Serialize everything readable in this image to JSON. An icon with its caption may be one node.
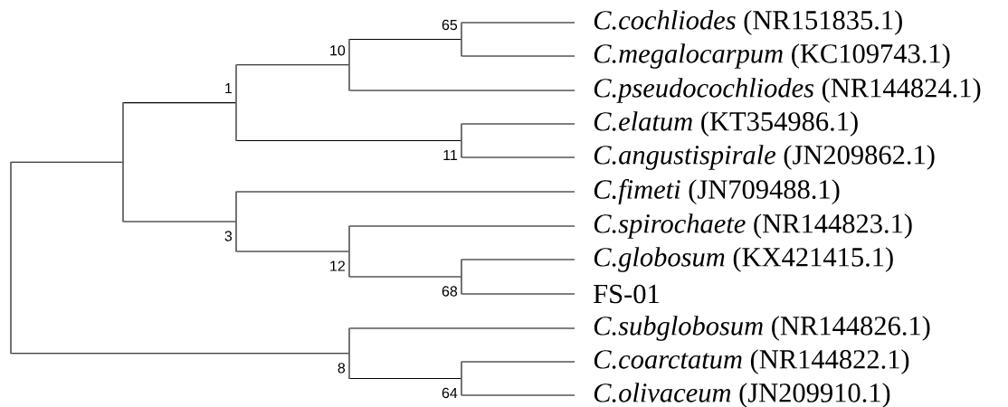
{
  "diagram": {
    "nodes": [
      {
        "text": [
          "*C.cochliodes* (NR151835.1)"
        ]
      },
      {
        "text": [
          "*C.megalocarpum* (KC109743.1)"
        ]
      },
      {
        "text": [
          "*C.pseudocochliodes* (NR144824.1)"
        ]
      },
      {
        "text": [
          "*C.elatum* (KT354986.1)"
        ]
      },
      {
        "text": [
          "*C.angustispirale* (JN209862.1)"
        ]
      },
      {
        "text": [
          "*C.fimeti* (JN709488.1)"
        ]
      },
      {
        "text": [
          "*C.spirochaete* (NR144823.1)"
        ]
      },
      {
        "text": [
          "*C.globosum* (KX421415.1)"
        ]
      },
      {
        "text": [
          "FS-01"
        ]
      },
      {
        "text": [
          "*C.subglobosum* (NR144826.1)"
        ]
      },
      {
        "text": [
          "*C.coarctatum* (NR144822.1)"
        ]
      },
      {
        "text": [
          "*C.olivaceum* (JN209910.1)"
        ]
      },
      {
        "text": [],
        "shape": "junction",
        "beside": [
          "65"
        ]
      },
      {
        "text": [],
        "shape": "junction",
        "beside": [
          "10"
        ]
      },
      {
        "text": [],
        "shape": "junction",
        "beside": [
          "11"
        ]
      },
      {
        "text": [],
        "shape": "junction",
        "beside": [
          "1"
        ]
      },
      {
        "text": [],
        "shape": "junction",
        "beside": [
          "68"
        ]
      },
      {
        "text": [],
        "shape": "junction",
        "beside": [
          "12"
        ]
      },
      {
        "text": [],
        "shape": "junction",
        "beside": [
          "3"
        ]
      },
      {
        "text": [],
        "shape": "junction"
      },
      {
        "text": [],
        "shape": "junction",
        "beside": [
          "64"
        ]
      },
      {
        "text": [],
        "shape": "junction",
        "beside": [
          "8"
        ]
      },
      {
        "text": [],
        "shape": "junction"
      }
    ],
    "edges": [
      {
        "from": 12,
        "to": 0,
        "arrow": "none"
      },
      {
        "from": 12,
        "to": 1,
        "arrow": "none"
      },
      {
        "from": 13,
        "to": 12,
        "arrow": "none"
      },
      {
        "from": 13,
        "to": 2,
        "arrow": "none"
      },
      {
        "from": 14,
        "to": 3,
        "arrow": "none"
      },
      {
        "from": 14,
        "to": 4,
        "arrow": "none"
      },
      {
        "from": 15,
        "to": 13,
        "arrow": "none"
      },
      {
        "from": 15,
        "to": 14,
        "arrow": "none"
      },
      {
        "from": 16,
        "to": 7,
        "arrow": "none"
      },
      {
        "from": 16,
        "to": 8,
        "arrow": "none"
      },
      {
        "from": 17,
        "to": 6,
        "arrow": "none"
      },
      {
        "from": 17,
        "to": 16,
        "arrow": "none"
      },
      {
        "from": 18,
        "to": 5,
        "arrow": "none"
      },
      {
        "from": 18,
        "to": 17,
        "arrow": "none"
      },
      {
        "from": 22,
        "to": 15,
        "arrow": "none"
      },
      {
        "from": 22,
        "to": 18,
        "arrow": "none"
      },
      {
        "from": 20,
        "to": 10,
        "arrow": "none"
      },
      {
        "from": 20,
        "to": 11,
        "arrow": "none"
      },
      {
        "from": 21,
        "to": 9,
        "arrow": "none"
      },
      {
        "from": 21,
        "to": 20,
        "arrow": "none"
      },
      {
        "from": 19,
        "to": 22,
        "arrow": "none"
      },
      {
        "from": 19,
        "to": 21,
        "arrow": "none"
      }
    ]
  }
}
